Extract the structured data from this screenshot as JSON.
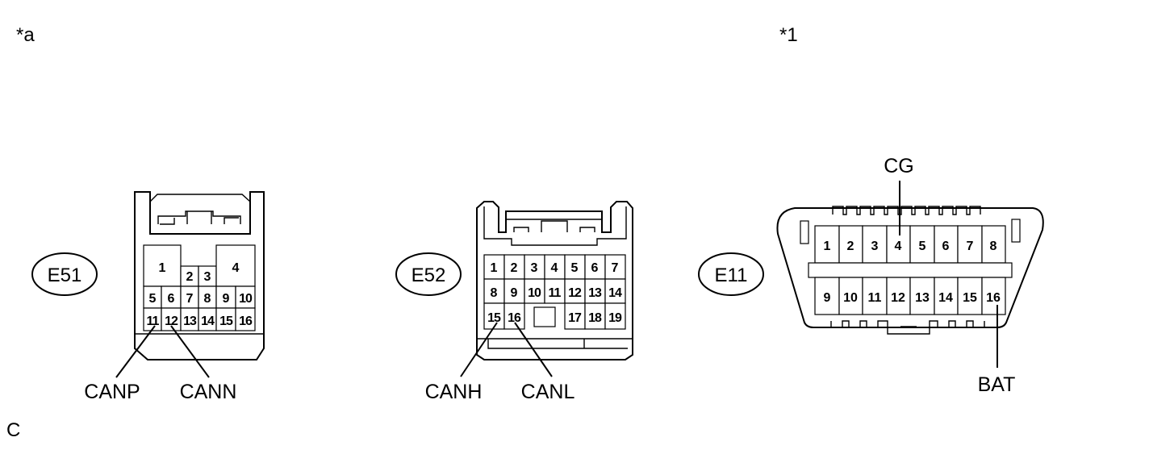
{
  "corner_labels": {
    "left": "*a",
    "right": "*1",
    "bottom": "C"
  },
  "e51": {
    "id": "E51",
    "pins": [
      "1",
      "2",
      "3",
      "4",
      "5",
      "6",
      "7",
      "8",
      "9",
      "10",
      "11",
      "12",
      "13",
      "14",
      "15",
      "16"
    ],
    "signals": [
      "CANP",
      "CANN"
    ]
  },
  "e52": {
    "id": "E52",
    "pins": [
      "1",
      "2",
      "3",
      "4",
      "5",
      "6",
      "7",
      "8",
      "9",
      "10",
      "11",
      "12",
      "13",
      "14",
      "15",
      "16",
      "17",
      "18",
      "19"
    ],
    "signals": [
      "CANH",
      "CANL"
    ]
  },
  "e11": {
    "id": "E11",
    "pins": [
      "1",
      "2",
      "3",
      "4",
      "5",
      "6",
      "7",
      "8",
      "9",
      "10",
      "11",
      "12",
      "13",
      "14",
      "15",
      "16"
    ],
    "signals": [
      "CG",
      "BAT"
    ]
  }
}
